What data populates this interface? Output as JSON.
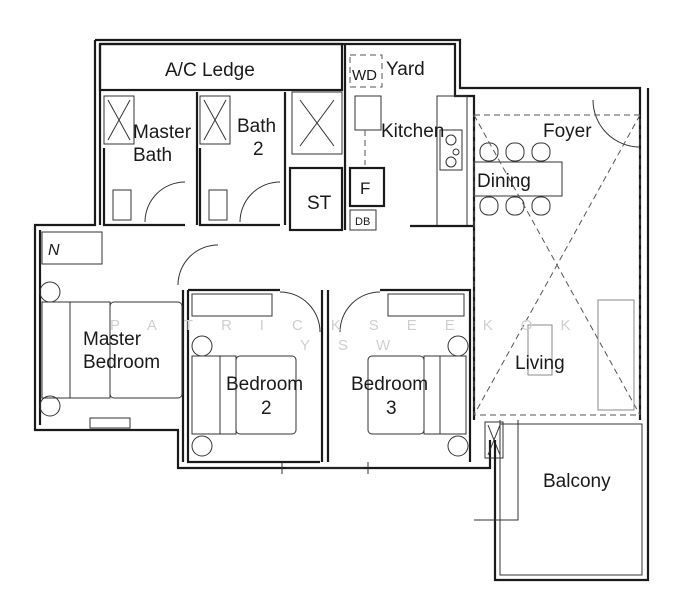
{
  "floorplan": {
    "rooms": {
      "ac_ledge": "A/C Ledge",
      "yard": "Yard",
      "wd": "WD",
      "master_bath_1": "Master",
      "master_bath_2": "Bath",
      "bath2_1": "Bath",
      "bath2_2": "2",
      "kitchen": "Kitchen",
      "foyer": "Foyer",
      "dining": "Dining",
      "store": "ST",
      "fridge": "F",
      "db": "DB",
      "master_bedroom_1": "Master",
      "master_bedroom_2": "Bedroom",
      "bedroom2_1": "Bedroom",
      "bedroom2_2": "2",
      "bedroom3_1": "Bedroom",
      "bedroom3_2": "3",
      "living": "Living",
      "balcony": "Balcony"
    },
    "watermark": {
      "line1": "PATRICKSEEKOK",
      "line2": "YSW"
    }
  }
}
